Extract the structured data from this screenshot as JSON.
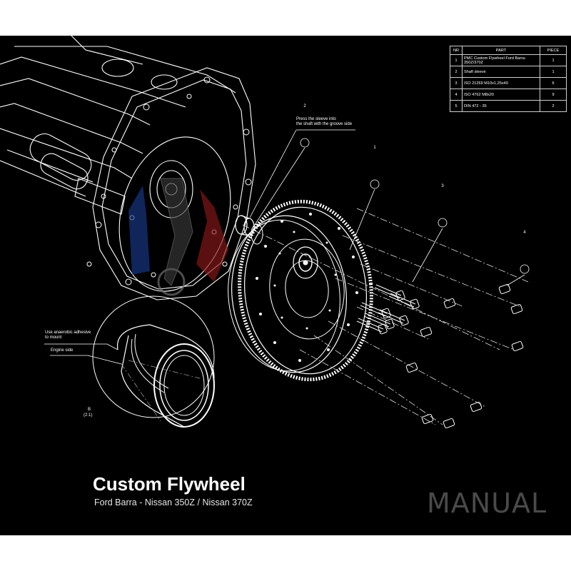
{
  "parts_table": {
    "headers": [
      "NR",
      "PART",
      "PIECE"
    ],
    "rows": [
      {
        "nr": "1",
        "part": "PMC Custom Flywheel Ford Barra-350Z/370Z",
        "piece": "1"
      },
      {
        "nr": "2",
        "part": "Shaft sleeve",
        "piece": "1"
      },
      {
        "nr": "3",
        "part": "ISO 21269 M10x1,25x40",
        "piece": "6"
      },
      {
        "nr": "4",
        "part": "ISO 4762 M8x20",
        "piece": "9"
      },
      {
        "nr": "5",
        "part": "DIN 472 - 35",
        "piece": "2"
      }
    ]
  },
  "annotations": {
    "press_sleeve_line1": "Press the sleeve into",
    "press_sleeve_line2": "the shaft with the groove side",
    "adhesive_line1": "Use anaerobic adhesive",
    "adhesive_line2": "to mount",
    "engine_side": "Engine side",
    "detail_label": "B",
    "detail_scale": "(2:1)"
  },
  "balloons": [
    "1",
    "2",
    "3",
    "4"
  ],
  "title": "Custom Flywheel",
  "subtitle": "Ford Barra - Nissan 350Z / Nissan 370Z",
  "manual_label": "MANUAL",
  "colors": {
    "background": "#000000",
    "line": "#ffffff",
    "watermark_red": "#8b1a1a",
    "watermark_blue": "#1a3a8b",
    "manual_text": "#4a4a4a"
  }
}
